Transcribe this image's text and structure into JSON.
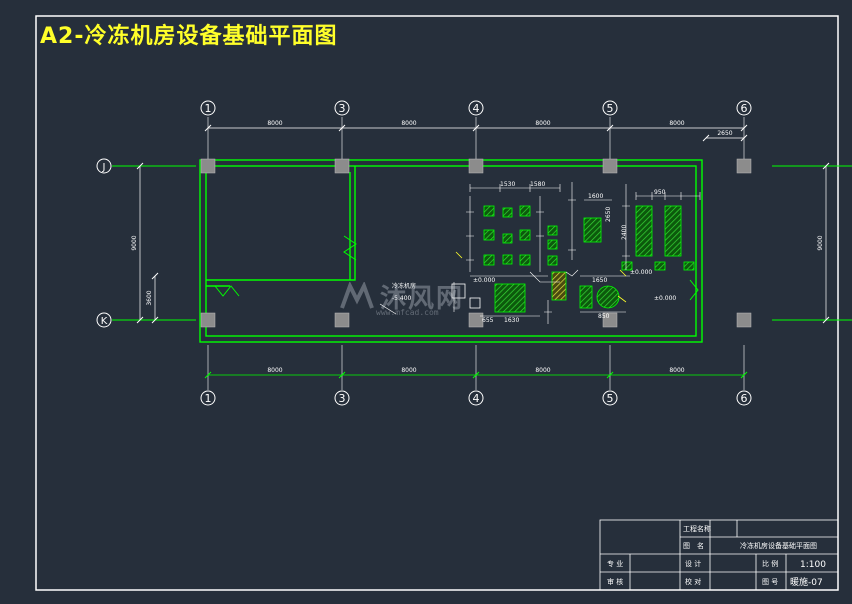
{
  "title": "A2-冷冻机房设备基础平面图",
  "grid": {
    "columns": [
      "1",
      "3",
      "4",
      "5",
      "6"
    ],
    "rows": [
      "J",
      "K"
    ]
  },
  "dimensions": {
    "top_spans": [
      "8000",
      "8000",
      "8000",
      "8000"
    ],
    "top_right": "2650",
    "bottom_spans": [
      "8000",
      "8000",
      "8000",
      "8000"
    ],
    "right_span": "9000",
    "left_span": "9000",
    "left_small": "3600"
  },
  "equipment_labels": {
    "elev_1": "-5.400",
    "elev_2": "±0.000",
    "elev_3": "±0.000",
    "elev_4": "±0.000",
    "room_label": "冷冻机房",
    "d1": "1530",
    "d2": "1580",
    "d3": "1600",
    "d4": "950",
    "d5": "2650",
    "d6": "655",
    "d7": "1630",
    "d8": "1650",
    "d9": "850",
    "d10": "2400"
  },
  "watermark": {
    "brand": "沐风网",
    "url": "www.mfcad.com"
  },
  "title_block": {
    "project_label": "工程名称",
    "drawing_label": "图　名",
    "drawing_name": "冷冻机房设备基础平面图",
    "specialty_label": "专 业",
    "design_label": "设 计",
    "scale_label": "比 例",
    "scale_value": "1:100",
    "review_label": "审 核",
    "check_label": "校 对",
    "number_label": "图 号",
    "number_value": "暖施-07"
  },
  "colors": {
    "background": "#262f3b",
    "wall": "#00ff00",
    "border": "#ffffff",
    "title": "#ffff2a",
    "column": "#8c8c8c",
    "equipment": "#1fa31f"
  }
}
